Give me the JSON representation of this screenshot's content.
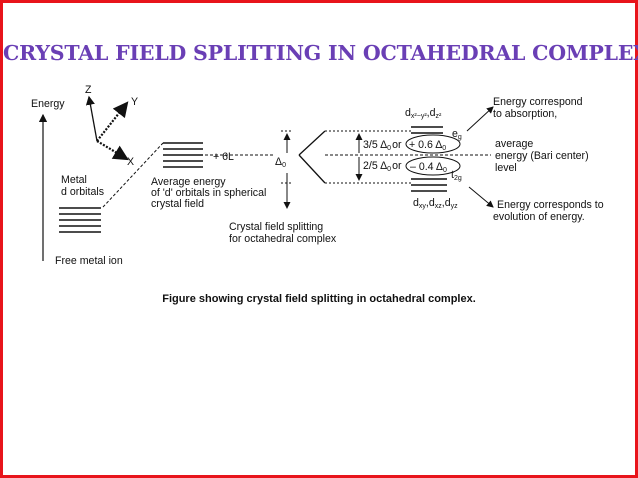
{
  "slide": {
    "title": "CRYSTAL FIELD SPLITTING IN OCTAHEDRAL COMPLEX",
    "caption": "Figure showing crystal field splitting in octahedral complex."
  },
  "colors": {
    "border": "#e8141b",
    "title": "#6a3fb5",
    "ink": "#111111"
  },
  "diagram": {
    "energy_axis": "Energy",
    "axis_z": "Z",
    "axis_y": "Y",
    "axis_x": "X",
    "free_ion": "Free metal ion",
    "metal_d_1": "Metal",
    "metal_d_2": "d orbitals",
    "plus_6l": "+ 6L",
    "avg_1": "Average energy",
    "avg_2": "of 'd' orbitals in spherical",
    "avg_3": "crystal field",
    "split_1": "Crystal field splitting",
    "split_2": "for octahedral complex",
    "delta_o": "Δ",
    "delta_sub": "0",
    "eg_orbitals": "d",
    "eg_sub1": "x²−y²",
    "eg_sep": ",d",
    "eg_sub2": "z²",
    "eg_label": "e",
    "eg_label_sub": "g",
    "upper_fraction": "3/5 Δ",
    "upper_frac_sub": "0",
    "upper_or": "or",
    "upper_value": "+ 0.6 Δ",
    "upper_value_sub": "0",
    "lower_fraction": "2/5 Δ",
    "lower_frac_sub": "0",
    "lower_or": "or",
    "lower_value": "– 0.4 Δ",
    "lower_value_sub": "0",
    "t2g_label": "t",
    "t2g_label_sub": "2g",
    "t2g_d": "d",
    "t2g_s1": "xy",
    "t2g_s2": "xz",
    "t2g_s3": "yz",
    "t2g_comma": ",d",
    "abs_1": "Energy correspond",
    "abs_2": "to absorption,",
    "bari_1": "average",
    "bari_2": "energy (Bari center)",
    "bari_3": "level",
    "evo_1": "Energy corresponds to",
    "evo_2": "evolution of energy."
  }
}
